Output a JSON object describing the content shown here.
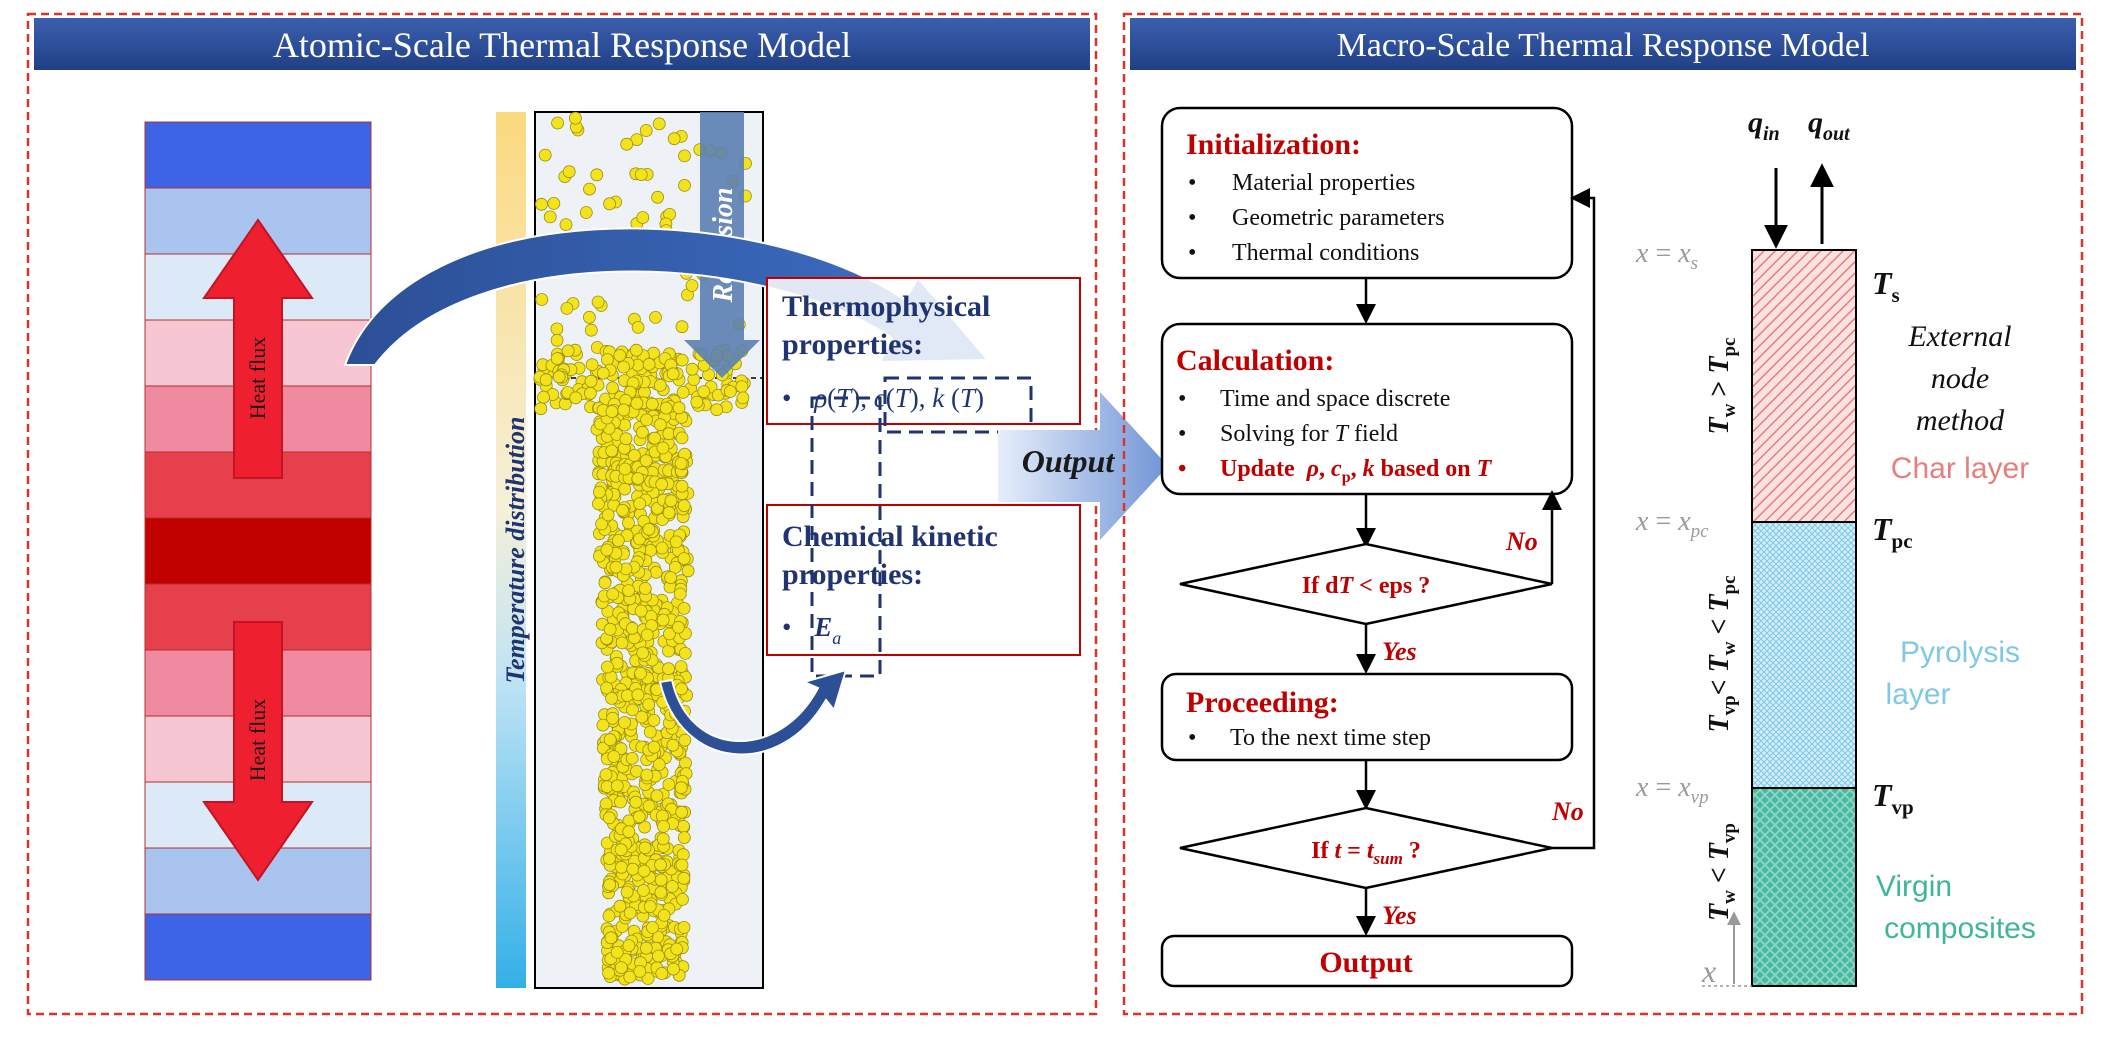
{
  "left_panel": {
    "title": "Atomic-Scale Thermal Response Model",
    "heat_flux_label": "Heat flux",
    "temperature_axis_label": "Temperature distribution",
    "recession_label": "Recession",
    "output_label": "Output",
    "thermo_box": {
      "title_line1": "Thermophysical",
      "title_line2": "properties:",
      "bullet": "•",
      "rho": "ρ",
      "c": "c",
      "k": "k",
      "T": "T"
    },
    "chem_box": {
      "title_line1": "Chemical kinetic",
      "title_line2": "properties:",
      "bullet": "•",
      "E": "E",
      "a": "a"
    }
  },
  "right_panel": {
    "title": "Macro-Scale Thermal Response Model",
    "init": {
      "title": "Initialization:",
      "items": [
        "Material properties",
        "Geometric parameters",
        "Thermal conditions"
      ]
    },
    "calc": {
      "title": "Calculation:",
      "items": [
        "Time and space discrete"
      ],
      "solving_prefix": "Solving for ",
      "solving_var": "T",
      "solving_suffix": " field",
      "update_prefix": "Update  ",
      "update_rho": "ρ",
      "update_c": "c",
      "update_c_sub": "p",
      "update_k": "k",
      "update_suffix": " based on ",
      "update_T": "T"
    },
    "decision1": {
      "prefix": "If d",
      "var": "T",
      "suffix": " < eps ?"
    },
    "decision2": {
      "prefix": "If ",
      "var": "t",
      "eq": " = ",
      "rhs": "t",
      "rhs_sub": "sum",
      "suffix": " ?"
    },
    "no_label": "No",
    "yes_label": "Yes",
    "proceeding": {
      "title": "Proceeding:",
      "items": [
        "To the next time step"
      ]
    },
    "output_box": "Output",
    "bullet": "•"
  },
  "layers": {
    "q_in": "q",
    "q_in_sub": "in",
    "q_out": "q",
    "q_out_sub": "out",
    "x_label": "x",
    "x_eq": " = ",
    "x_s_sub": "s",
    "x_pc_sub": "pc",
    "x_vp_sub": "vp",
    "T": "T",
    "Ts_sub": "s",
    "Tpc_sub": "pc",
    "Tvp_sub": "vp",
    "Tw_sub": "w",
    "gt": ">",
    "lt": "<",
    "external_node": [
      "External",
      "node",
      "method"
    ],
    "char_layer": "Char layer",
    "pyrolysis_layer": [
      "Pyrolysis",
      "layer"
    ],
    "virgin_layer": [
      "Virgin",
      "composites"
    ]
  },
  "colors": {
    "banner": "#2e4f9b",
    "border_dashed": "#d9332b",
    "red_text": "#c00000",
    "navy_text": "#1f3470",
    "char": "#e88a88",
    "pyrolysis": "#8fd0ea",
    "virgin": "#3fb59c",
    "particle": "#f2e31c"
  }
}
